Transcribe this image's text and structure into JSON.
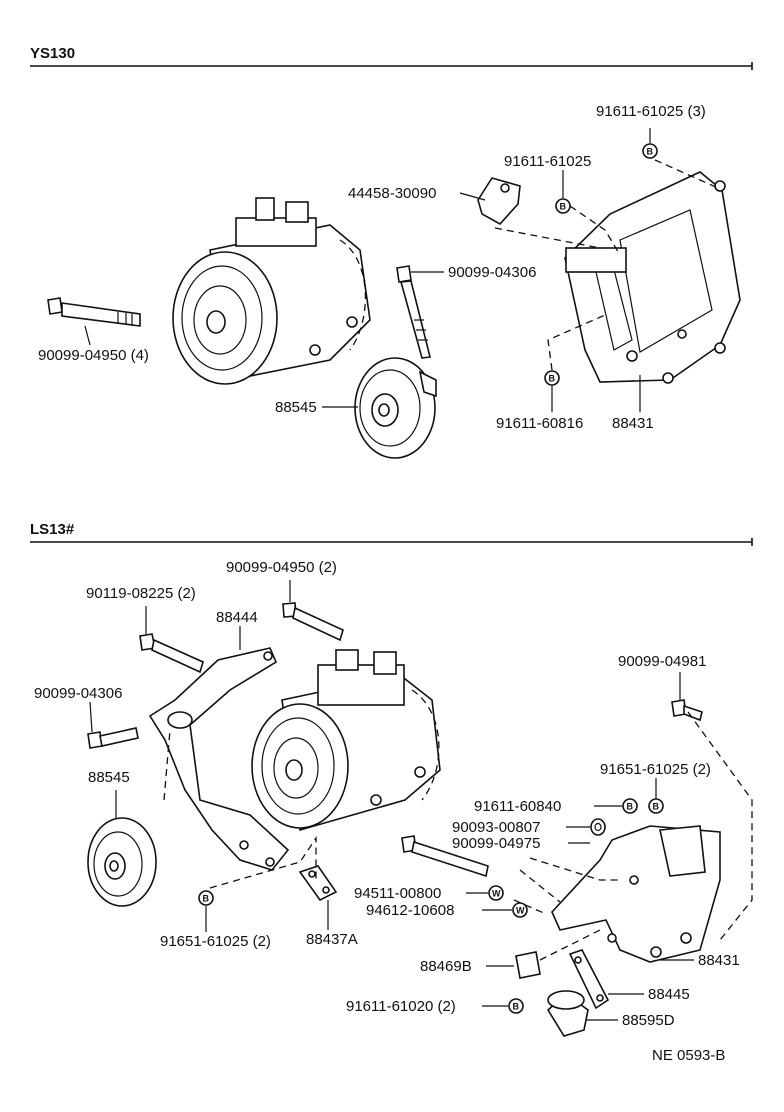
{
  "sections": {
    "top": "YS130",
    "bottom": "LS13#"
  },
  "symbols": {
    "b": "B",
    "w": "W"
  },
  "labels": {
    "t_91611_61025_3": "91611-61025 (3)",
    "t_91611_61025": "91611-61025",
    "t_44458_30090": "44458-30090",
    "t_90099_04306": "90099-04306",
    "t_90099_04950_4": "90099-04950 (4)",
    "t_88545": "88545",
    "t_91611_60816": "91611-60816",
    "t_88431": "88431",
    "b_90099_04950_2": "90099-04950 (2)",
    "b_90119_08225_2": "90119-08225 (2)",
    "b_88444": "88444",
    "b_90099_04306": "90099-04306",
    "b_88545": "88545",
    "b_90099_04981": "90099-04981",
    "b_91651_61025_2_r": "91651-61025 (2)",
    "b_91611_60840": "91611-60840",
    "b_90093_00807": "90093-00807",
    "b_90099_04975": "90099-04975",
    "b_94511_00800": "94511-00800",
    "b_94612_10608": "94612-10608",
    "b_91651_61025_2_l": "91651-61025 (2)",
    "b_88437A": "88437A",
    "b_88469B": "88469B",
    "b_88431": "88431",
    "b_88445": "88445",
    "b_91611_61020_2": "91611-61020 (2)",
    "b_88595D": "88595D"
  },
  "footer": {
    "code": "NE  0593-B"
  }
}
